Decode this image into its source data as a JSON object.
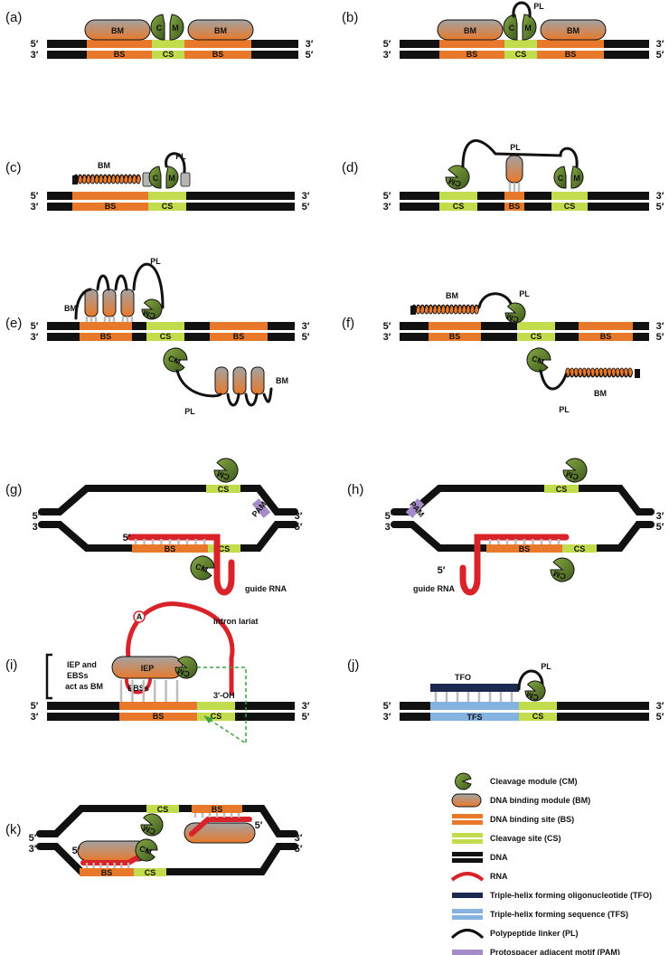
{
  "labels": {
    "five_prime": "5′",
    "three_prime": "3′",
    "bm": "BM",
    "bs": "BS",
    "cs": "CS",
    "cm": "CM",
    "pl": "PL",
    "pam": "PAM",
    "c": "C",
    "m": "M",
    "guide_rna": "guide RNA",
    "iep_note_1": "IEP and",
    "iep_note_2": "EBSs",
    "iep_note_3": "act as BM",
    "iep": "IEP",
    "ebss": "EBSs",
    "intron_lariat": "Intron lariat",
    "a": "A",
    "oh": "3′-OH",
    "tfo": "TFO",
    "tfs": "TFS"
  },
  "panels": [
    "(a)",
    "(b)",
    "(c)",
    "(d)",
    "(e)",
    "(f)",
    "(g)",
    "(h)",
    "(i)",
    "(j)",
    "(k)"
  ],
  "colors": {
    "dna": "#111111",
    "bs": "#e8792b",
    "cs": "#c1dc4c",
    "rna": "#d9232a",
    "tfo": "#1b2a4e",
    "tfs": "#86b2df",
    "pam": "#a58cc8",
    "cm": "#5c7d2c",
    "bm_top": "#9f9f9f",
    "bm_bottom": "#e8792b"
  },
  "legend": [
    {
      "icon": "cm",
      "text": "Cleavage module (CM)"
    },
    {
      "icon": "bm",
      "text": "DNA binding module (BM)"
    },
    {
      "icon": "bs",
      "text": "DNA binding site (BS)"
    },
    {
      "icon": "cs",
      "text": "Cleavage site (CS)"
    },
    {
      "icon": "dna",
      "text": "DNA"
    },
    {
      "icon": "rna",
      "text": "RNA"
    },
    {
      "icon": "tfo",
      "text": "Triple-helix forming oligonucleotide (TFO)"
    },
    {
      "icon": "tfs",
      "text": "Triple-helix forming sequence (TFS)"
    },
    {
      "icon": "pl",
      "text": "Polypeptide linker (PL)"
    },
    {
      "icon": "pam",
      "text": "Protospacer adjacent motif (PAM)"
    }
  ]
}
